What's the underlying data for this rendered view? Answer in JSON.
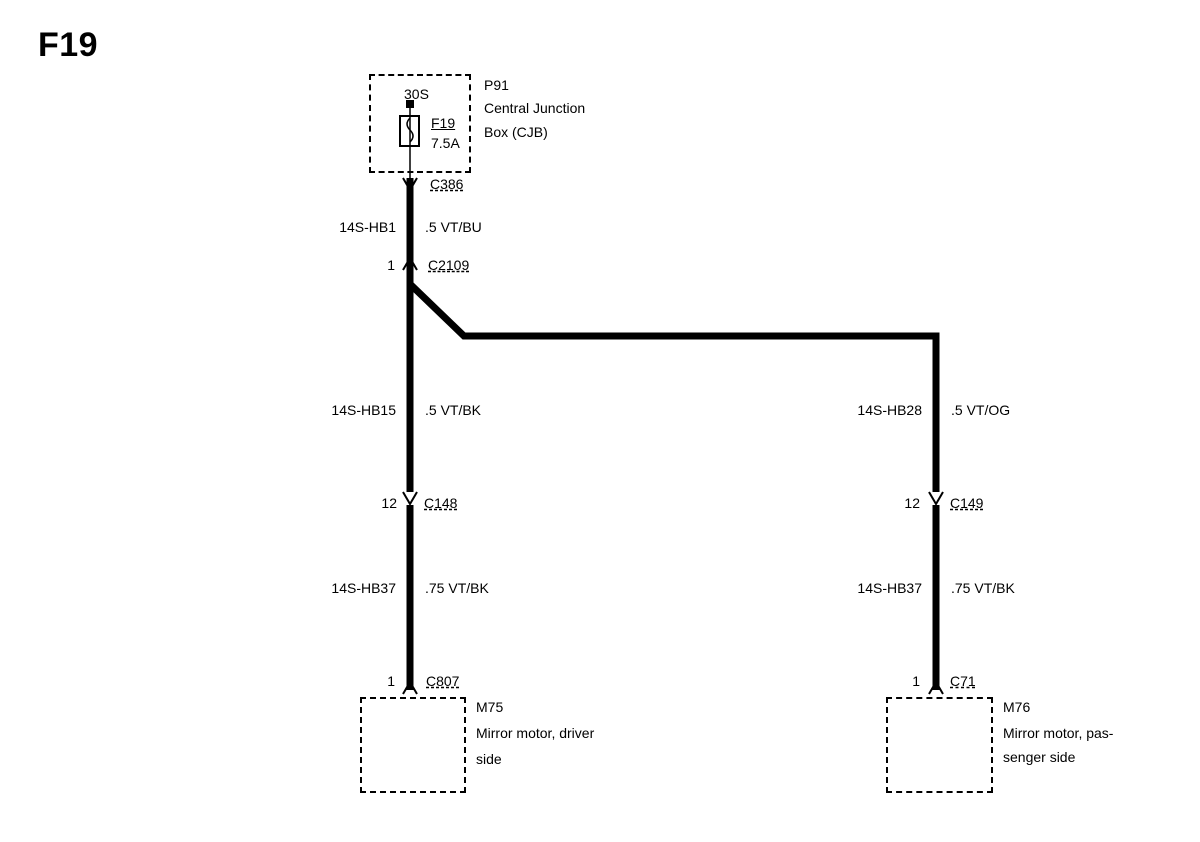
{
  "title": "F19",
  "cjb": {
    "ref": "P91",
    "name_line1": "Central Junction",
    "name_line2": "Box (CJB)",
    "terminal": "30S",
    "fuse_id": "F19",
    "fuse_rating": "7.5A"
  },
  "connectors": {
    "c386": "C386",
    "c2109": "C2109",
    "c2109_pin": "1",
    "c148": "C148",
    "c148_pin": "12",
    "c149": "C149",
    "c149_pin": "12",
    "c807": "C807",
    "c807_pin": "1",
    "c71": "C71",
    "c71_pin": "1"
  },
  "wires": {
    "w1_id": "14S-HB1",
    "w1_spec": ".5 VT/BU",
    "w2_id": "14S-HB15",
    "w2_spec": ".5 VT/BK",
    "w3_id": "14S-HB28",
    "w3_spec": ".5 VT/OG",
    "w4_id": "14S-HB37",
    "w4_spec": ".75 VT/BK",
    "w5_id": "14S-HB37",
    "w5_spec": ".75 VT/BK"
  },
  "components": {
    "m75_ref": "M75",
    "m75_line1": "Mirror motor, driver",
    "m75_line2": "side",
    "m76_ref": "M76",
    "m76_line1": "Mirror motor, pas-",
    "m76_line2": "senger side"
  }
}
